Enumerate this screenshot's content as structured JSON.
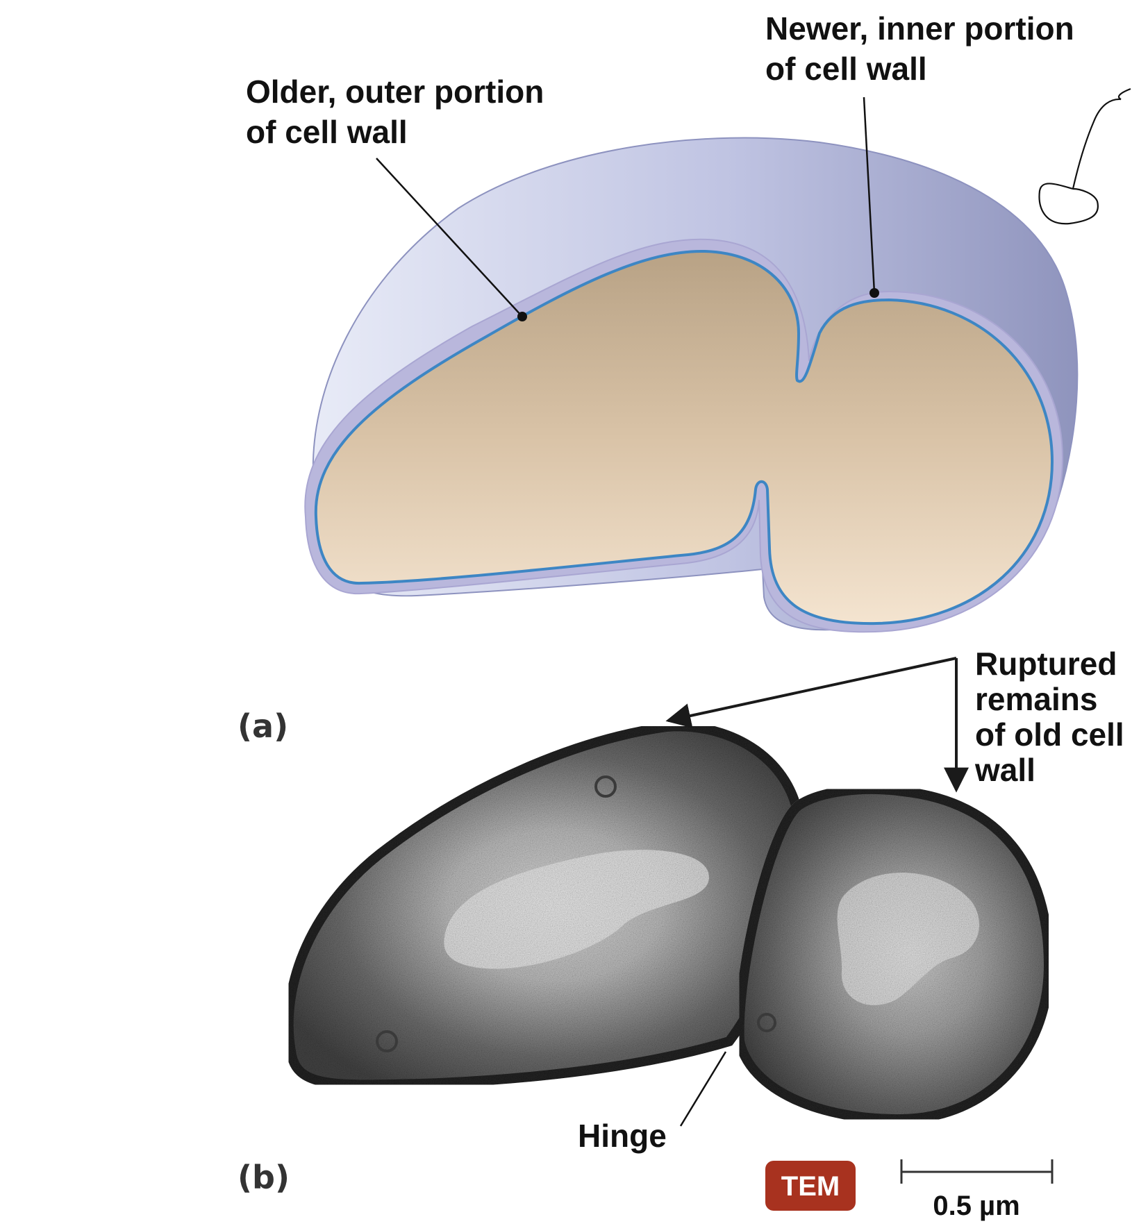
{
  "labels": {
    "older_outer": [
      "Older, outer portion",
      "of cell wall"
    ],
    "newer_inner": [
      "Newer, inner portion",
      "of cell wall"
    ],
    "ruptured": [
      "Ruptured",
      "remains",
      "of old cell",
      "wall"
    ],
    "hinge": "Hinge",
    "panel_a": "(a)",
    "panel_b": "(b)",
    "tem": "TEM",
    "scale_bar": "0.5 µm"
  },
  "colors": {
    "wall_light": "#e4e8f5",
    "wall_dark": "#9a9fc6",
    "cytoplasm_top": "#bca98f",
    "cytoplasm_bottom": "#f3e3cf",
    "membrane": "#3d86c4",
    "tem_badge": "#a8321f",
    "micrograph_dark": "#2a2a2a",
    "micrograph_light": "#e6e6e6"
  }
}
